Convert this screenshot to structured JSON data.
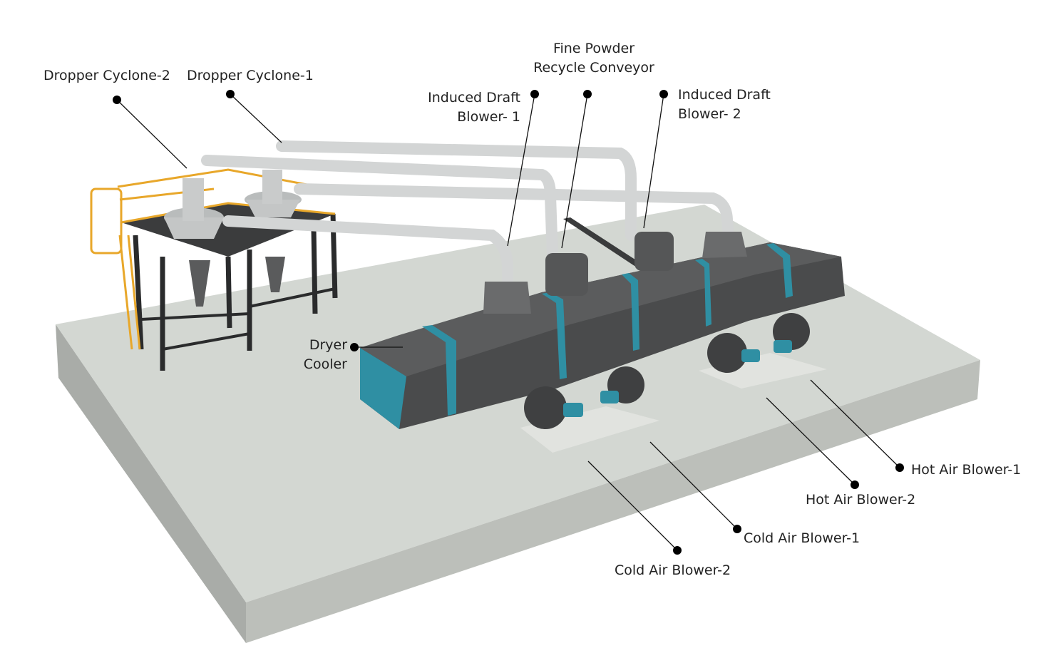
{
  "labels": {
    "dropper_cyclone_2": "Dropper Cyclone-2",
    "dropper_cyclone_1": "Dropper Cyclone-1",
    "induced_draft_blower_1": {
      "line1": "Induced Draft",
      "line2": "Blower- 1"
    },
    "fine_powder_recycle_conveyor": {
      "line1": "Fine Powder",
      "line2": "Recycle Conveyor"
    },
    "induced_draft_blower_2": {
      "line1": "Induced Draft",
      "line2": "Blower- 2"
    },
    "dryer_cooler": {
      "line1": "Dryer",
      "line2": "Cooler"
    },
    "hot_air_blower_1": "Hot Air Blower-1",
    "hot_air_blower_2": "Hot Air Blower-2",
    "cold_air_blower_1": "Cold Air Blower-1",
    "cold_air_blower_2": "Cold Air Blower-2"
  },
  "colors": {
    "accent_band": "#2f8fa3",
    "machine_body": "#4a4b4c",
    "floor": "#c9cdc8",
    "railing": "#e8a72a",
    "ducting": "#d6d8d8"
  }
}
